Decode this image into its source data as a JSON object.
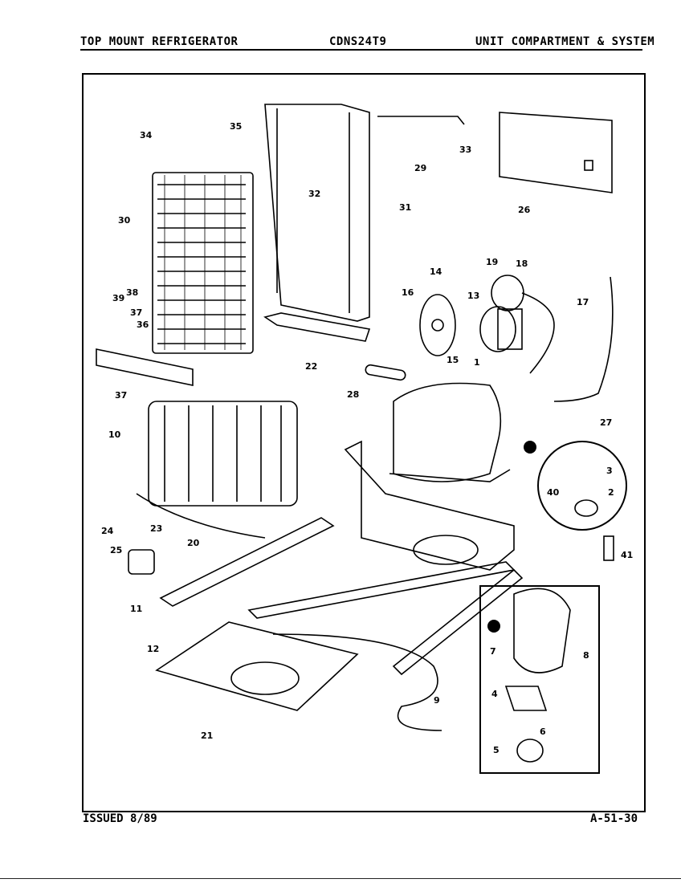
{
  "header": {
    "left": "TOP MOUNT REFRIGERATOR",
    "center": "CDNS24T9",
    "right": "UNIT COMPARTMENT & SYSTEM"
  },
  "footer": {
    "issued": "ISSUED 8/89",
    "page_code": "A-51-30"
  },
  "callouts": [
    {
      "id": "c1",
      "text": "1"
    },
    {
      "id": "c2",
      "text": "2"
    },
    {
      "id": "c3",
      "text": "3"
    },
    {
      "id": "c4",
      "text": "4"
    },
    {
      "id": "c5",
      "text": "5"
    },
    {
      "id": "c6",
      "text": "6"
    },
    {
      "id": "c7",
      "text": "7"
    },
    {
      "id": "c8",
      "text": "8"
    },
    {
      "id": "c9",
      "text": "9"
    },
    {
      "id": "c10",
      "text": "10"
    },
    {
      "id": "c11",
      "text": "11"
    },
    {
      "id": "c12",
      "text": "12"
    },
    {
      "id": "c13",
      "text": "13"
    },
    {
      "id": "c14",
      "text": "14"
    },
    {
      "id": "c15",
      "text": "15"
    },
    {
      "id": "c16",
      "text": "16"
    },
    {
      "id": "c17",
      "text": "17"
    },
    {
      "id": "c18",
      "text": "18"
    },
    {
      "id": "c19",
      "text": "19"
    },
    {
      "id": "c20",
      "text": "20"
    },
    {
      "id": "c21",
      "text": "21"
    },
    {
      "id": "c22",
      "text": "22"
    },
    {
      "id": "c23",
      "text": "23"
    },
    {
      "id": "c24",
      "text": "24"
    },
    {
      "id": "c25",
      "text": "25"
    },
    {
      "id": "c26",
      "text": "26"
    },
    {
      "id": "c27",
      "text": "27"
    },
    {
      "id": "c28",
      "text": "28"
    },
    {
      "id": "c29",
      "text": "29"
    },
    {
      "id": "c30",
      "text": "30"
    },
    {
      "id": "c31",
      "text": "31"
    },
    {
      "id": "c32",
      "text": "32"
    },
    {
      "id": "c33",
      "text": "33"
    },
    {
      "id": "c34",
      "text": "34"
    },
    {
      "id": "c35",
      "text": "35"
    },
    {
      "id": "c36",
      "text": "36"
    },
    {
      "id": "c37a",
      "text": "37"
    },
    {
      "id": "c37b",
      "text": "37"
    },
    {
      "id": "c38",
      "text": "38"
    },
    {
      "id": "c39",
      "text": "39"
    },
    {
      "id": "c40",
      "text": "40"
    },
    {
      "id": "c41",
      "text": "41"
    }
  ]
}
